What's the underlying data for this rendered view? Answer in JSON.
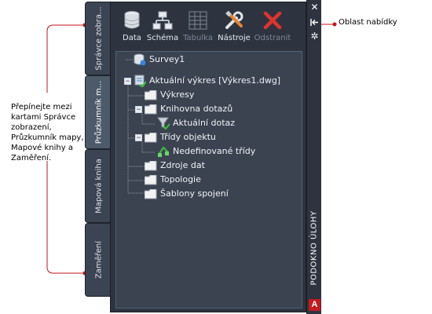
{
  "annotations": {
    "tabs_note": "Přepínejte mezi kartami Správce zobrazení, Průzkumník mapy, Mapové knihy a Zaměření.",
    "menu_note": "Oblast nabídky"
  },
  "tabs": [
    {
      "label": "Správce zobra..."
    },
    {
      "label": "Průzkumník m..."
    },
    {
      "label": "Mapová kniha"
    },
    {
      "label": "Zaměření"
    }
  ],
  "toolbar": {
    "data": "Data",
    "schema": "Schéma",
    "table": "Tabulka",
    "tools": "Nástroje",
    "remove": "Odstranit"
  },
  "tree": {
    "survey": "Survey1",
    "drawing": "Aktuální výkres [Výkres1.dwg]",
    "drawings": "Výkresy",
    "query_library": "Knihovna dotazů",
    "current_query": "Aktuální dotaz",
    "object_classes": "Třídy objektu",
    "undefined_classes": "Nedefinované třídy",
    "data_sources": "Zdroje dat",
    "topology": "Topologie",
    "link_templates": "Šablony spojení"
  },
  "strip": {
    "title": "PODOKNO ÚLOHY",
    "logo": "A"
  },
  "colors": {
    "panel": "#2d3440",
    "tree_bg": "#3b4351",
    "remove_red": "#e0332e",
    "folder": "#f2f2f2"
  }
}
